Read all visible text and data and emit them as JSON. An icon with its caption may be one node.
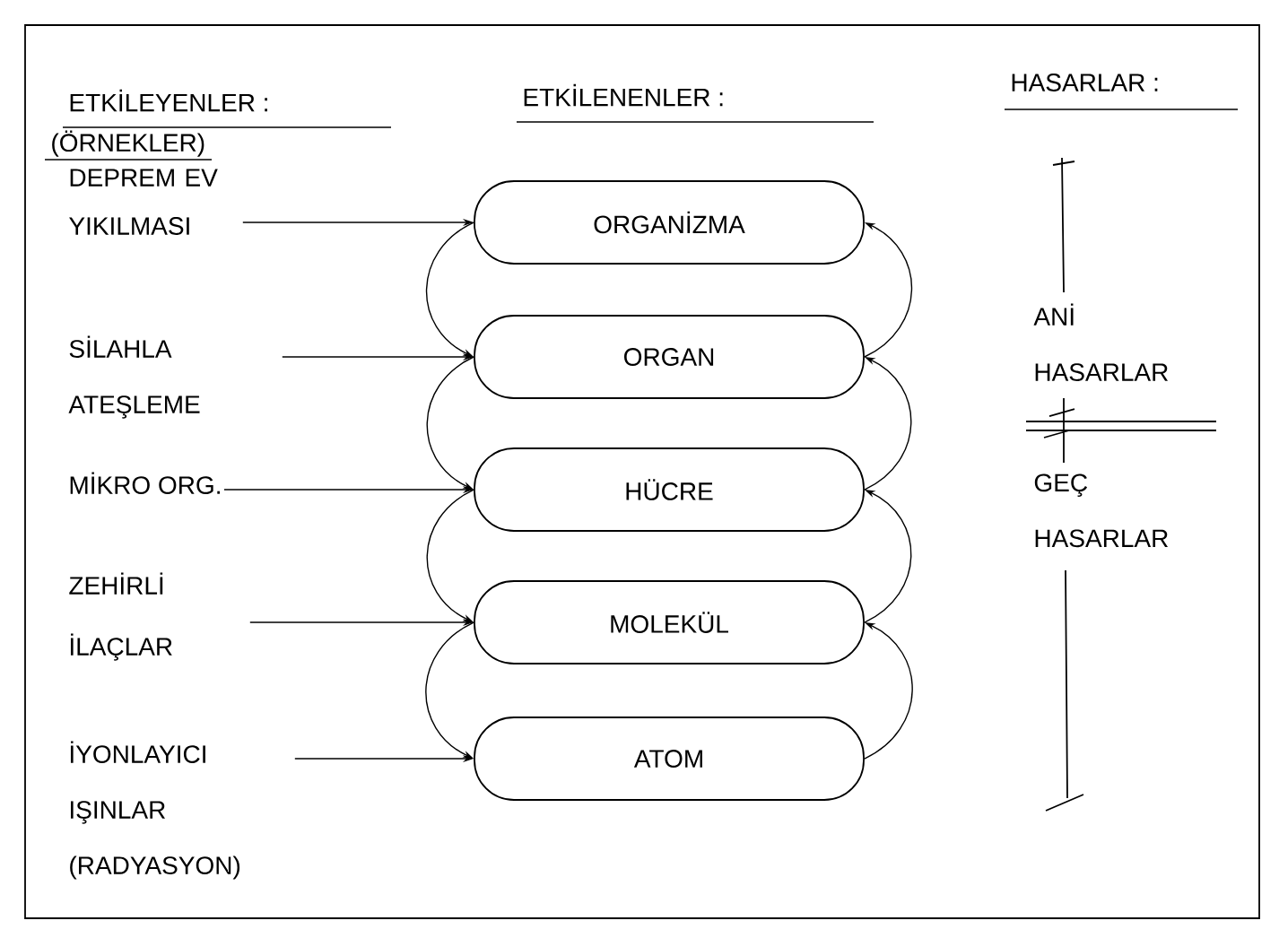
{
  "diagram": {
    "nodes": [
      {
        "text": [
          "DEPREM EV YIKILMASI"
        ]
      },
      {
        "text": [
          "SİLAHLA ATEŞLEME"
        ]
      },
      {
        "text": [
          "MİKRO ORG."
        ]
      },
      {
        "text": [
          "ZEHİRLİ İLAÇLAR"
        ]
      },
      {
        "text": [
          "İYONLAYICI IŞINLAR (RADYASYON)"
        ]
      },
      {
        "text": [
          "ORGANİZMA"
        ]
      },
      {
        "text": [
          "ORGAN"
        ]
      },
      {
        "text": [
          "HÜCRE"
        ]
      },
      {
        "text": [
          "MOLEKÜL"
        ]
      },
      {
        "text": [
          "ATOM"
        ]
      }
    ],
    "edges": [
      {
        "from": 0,
        "to": 5,
        "arrow": "to"
      },
      {
        "from": 1,
        "to": 6,
        "arrow": "to"
      },
      {
        "from": 2,
        "to": 7,
        "arrow": "to"
      },
      {
        "from": 3,
        "to": 8,
        "arrow": "to"
      },
      {
        "from": 4,
        "to": 9,
        "arrow": "to"
      },
      {
        "from": 5,
        "to": 6,
        "arrow": "to"
      },
      {
        "from": 6,
        "to": 7,
        "arrow": "to"
      },
      {
        "from": 7,
        "to": 8,
        "arrow": "to"
      },
      {
        "from": 8,
        "to": 9,
        "arrow": "to"
      },
      {
        "from": 9,
        "to": 8,
        "arrow": "to"
      },
      {
        "from": 8,
        "to": 7,
        "arrow": "to"
      },
      {
        "from": 7,
        "to": 6,
        "arrow": "to"
      },
      {
        "from": 6,
        "to": 5,
        "arrow": "to"
      }
    ],
    "labels": [
      "ETKİLEYENLER :",
      "ETKİLENENLER :",
      "HASARLAR :",
      "(ÖRNEKLER)",
      "ANİ HASARLAR",
      "GEÇ HASARLAR"
    ]
  }
}
